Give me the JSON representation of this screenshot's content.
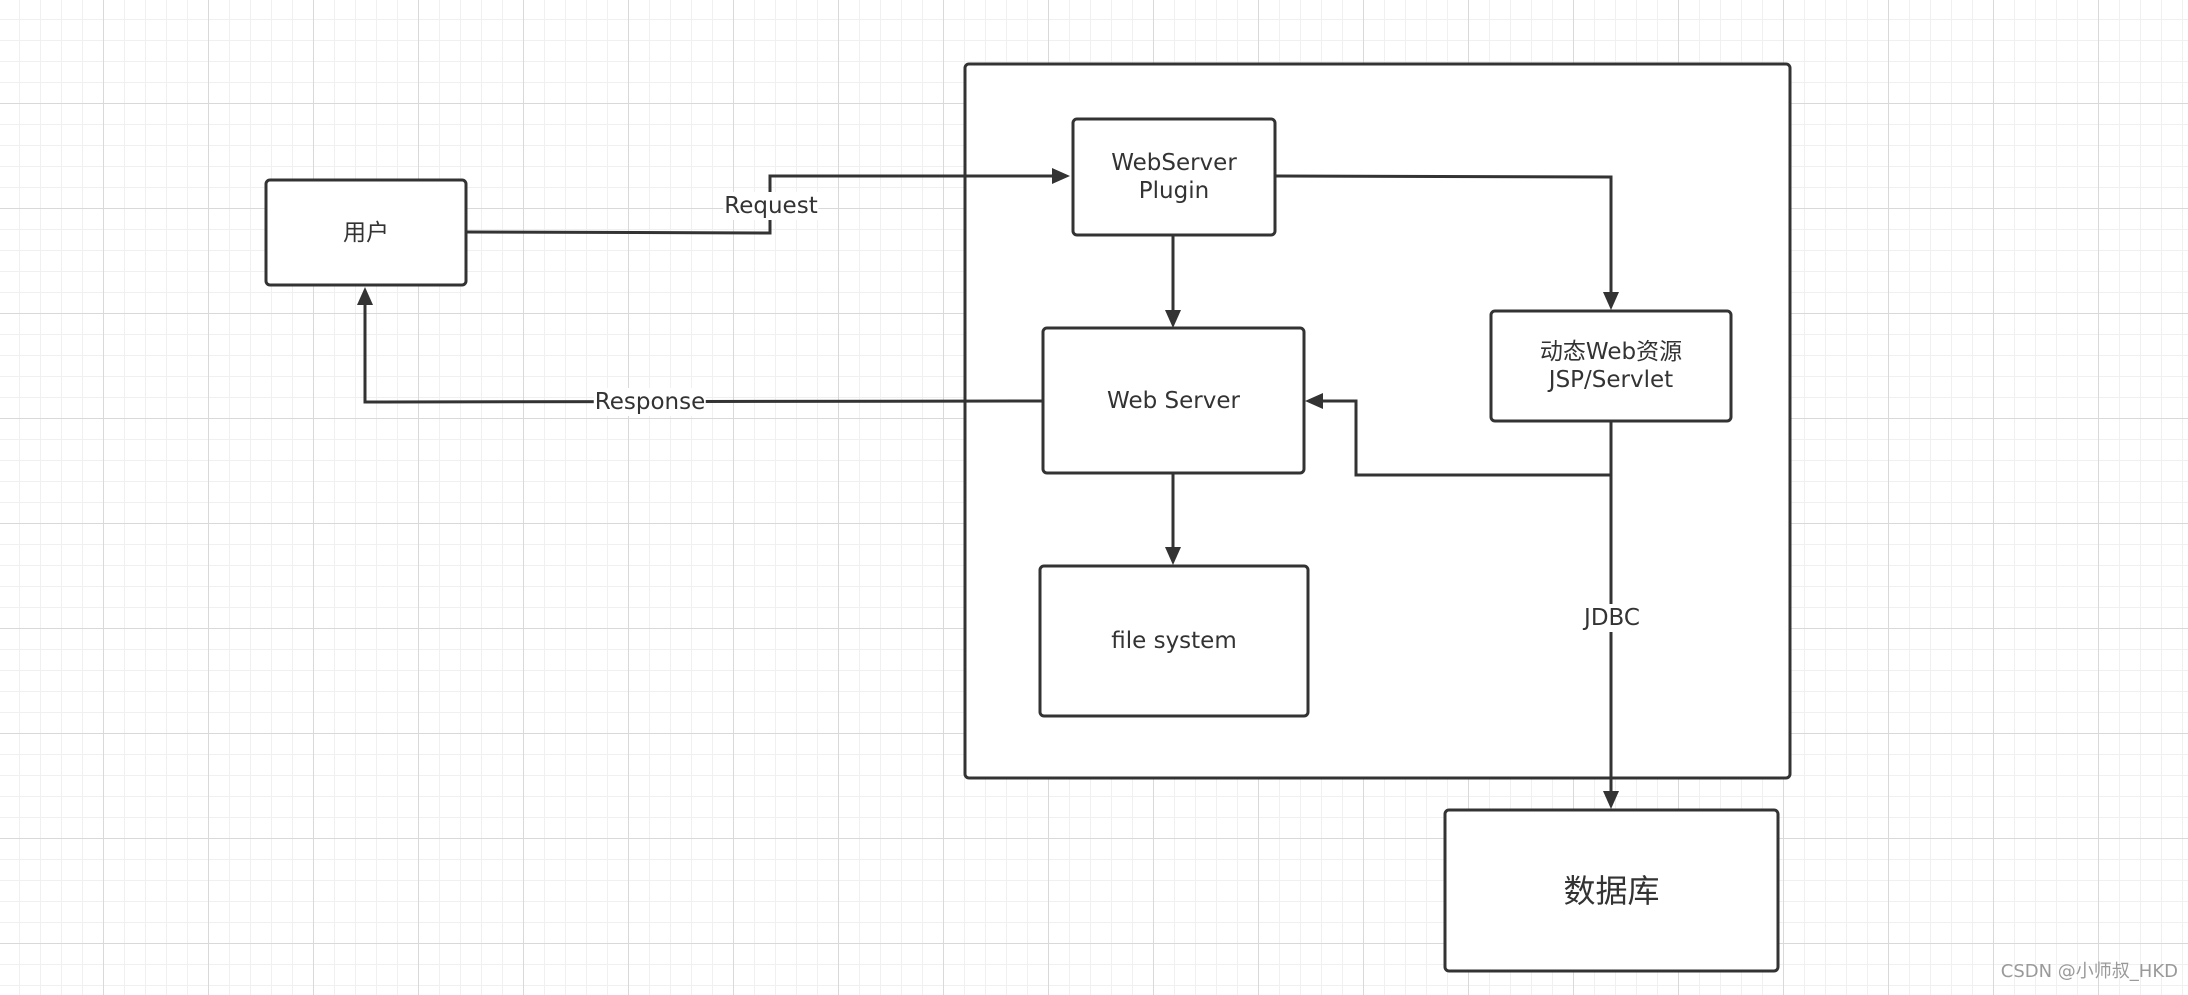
{
  "nodes": {
    "user": {
      "label": "用户"
    },
    "plugin": {
      "label": "WebServer\nPlugin"
    },
    "webserver": {
      "label": "Web Server"
    },
    "dynamic": {
      "label": "动态Web资源\nJSP/Servlet"
    },
    "filesystem": {
      "label": "file system"
    },
    "database": {
      "label": "数据库"
    }
  },
  "edges": {
    "request": {
      "label": "Request"
    },
    "response": {
      "label": "Response"
    },
    "jdbc": {
      "label": "JDBC"
    }
  },
  "watermark": "CSDN @小师叔_HKD"
}
